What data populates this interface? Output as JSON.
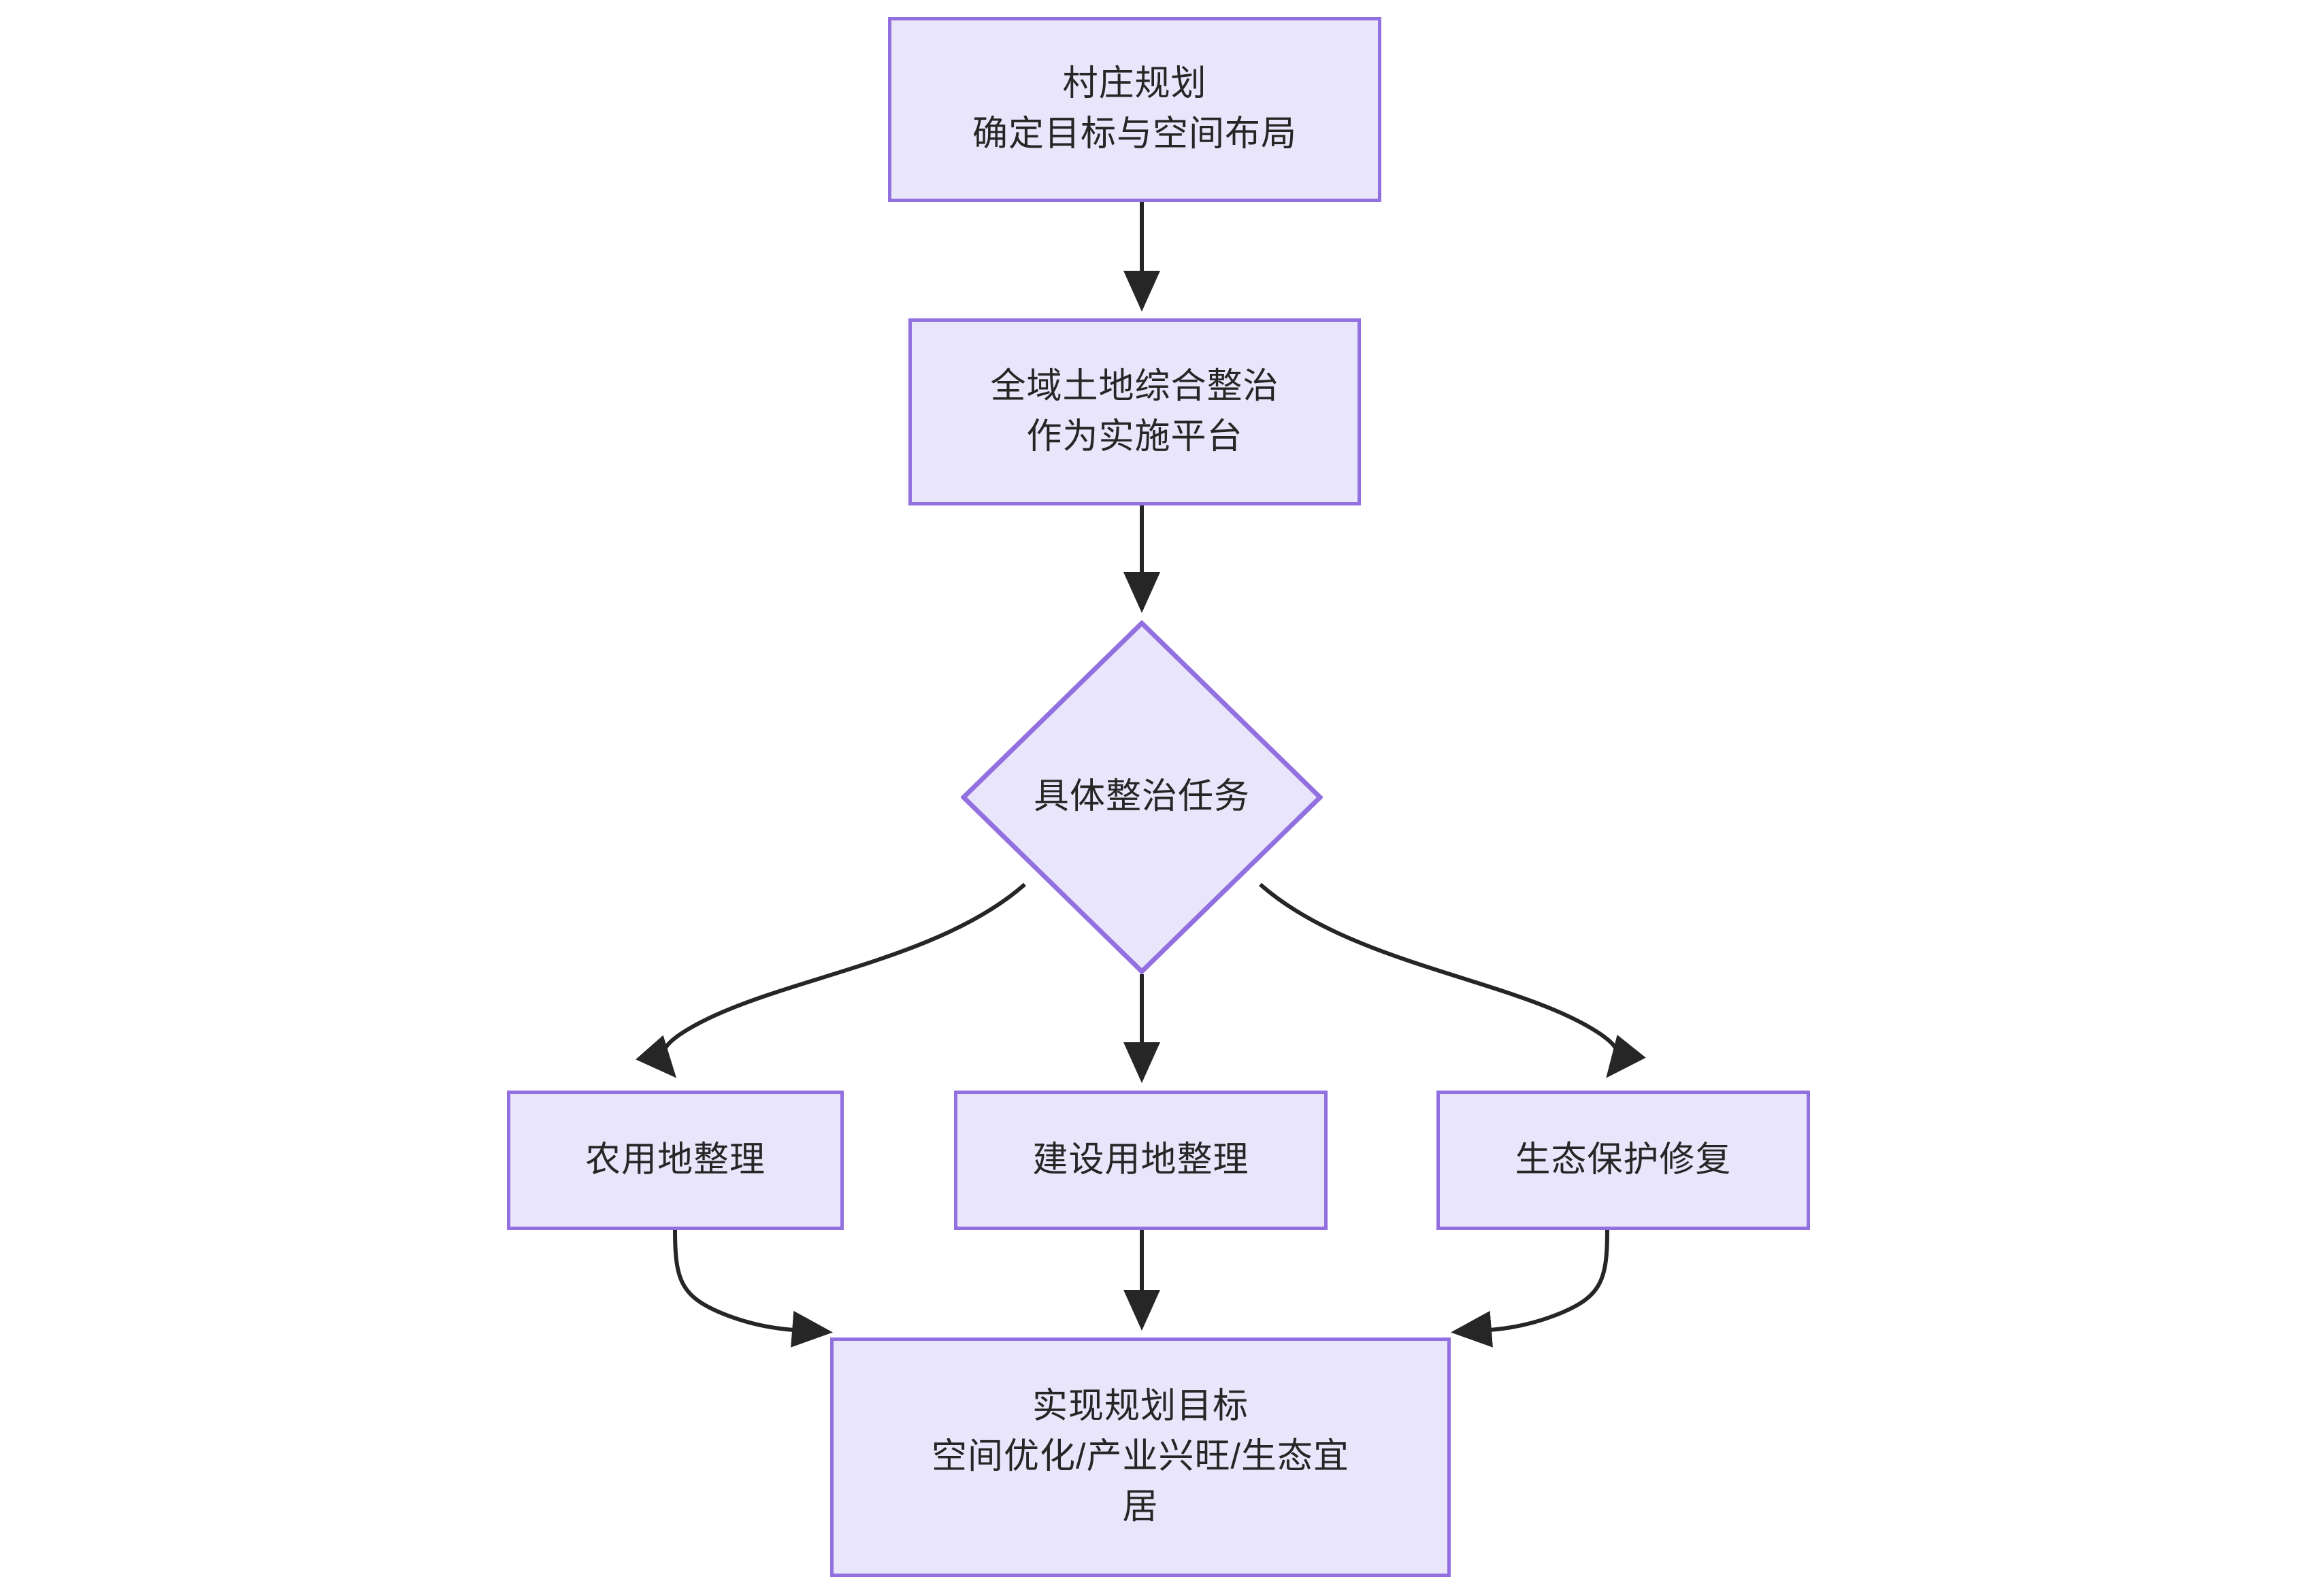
{
  "diagram": {
    "type": "flowchart",
    "direction": "top-down",
    "theme": {
      "node_fill": "#e9e6fb",
      "node_border": "#9370e0",
      "edge_color": "#262626",
      "text_color": "#262626",
      "background": "#ffffff"
    },
    "nodes": [
      {
        "id": "village-planning",
        "shape": "rectangle",
        "line1": "村庄规划",
        "line2": "确定目标与空间布局",
        "text": "村庄规划\n确定目标与空间布局"
      },
      {
        "id": "land-consolidation-platform",
        "shape": "rectangle",
        "line1": "全域土地综合整治",
        "line2": "作为实施平台",
        "text": "全域土地综合整治\n作为实施平台"
      },
      {
        "id": "specific-tasks",
        "shape": "diamond",
        "text": "具体整治任务"
      },
      {
        "id": "farmland-consolidation",
        "shape": "rectangle",
        "text": "农用地整理"
      },
      {
        "id": "construction-land-consolidation",
        "shape": "rectangle",
        "text": "建设用地整理"
      },
      {
        "id": "ecological-protection-restoration",
        "shape": "rectangle",
        "text": "生态保护修复"
      },
      {
        "id": "planning-goals",
        "shape": "rectangle",
        "line1": "实现规划目标",
        "line2": "空间优化/产业兴旺/生态宜",
        "line3": "居",
        "text": "实现规划目标\n空间优化/产业兴旺/生态宜\n居"
      }
    ],
    "edges": [
      {
        "from": "village-planning",
        "to": "land-consolidation-platform",
        "label": "",
        "style": "straight-arrow"
      },
      {
        "from": "land-consolidation-platform",
        "to": "specific-tasks",
        "label": "",
        "style": "straight-arrow"
      },
      {
        "from": "specific-tasks",
        "to": "farmland-consolidation",
        "label": "",
        "style": "curved-arrow"
      },
      {
        "from": "specific-tasks",
        "to": "construction-land-consolidation",
        "label": "",
        "style": "straight-arrow"
      },
      {
        "from": "specific-tasks",
        "to": "ecological-protection-restoration",
        "label": "",
        "style": "curved-arrow"
      },
      {
        "from": "farmland-consolidation",
        "to": "planning-goals",
        "label": "",
        "style": "curved-arrow"
      },
      {
        "from": "construction-land-consolidation",
        "to": "planning-goals",
        "label": "",
        "style": "straight-arrow"
      },
      {
        "from": "ecological-protection-restoration",
        "to": "planning-goals",
        "label": "",
        "style": "curved-arrow"
      }
    ]
  }
}
